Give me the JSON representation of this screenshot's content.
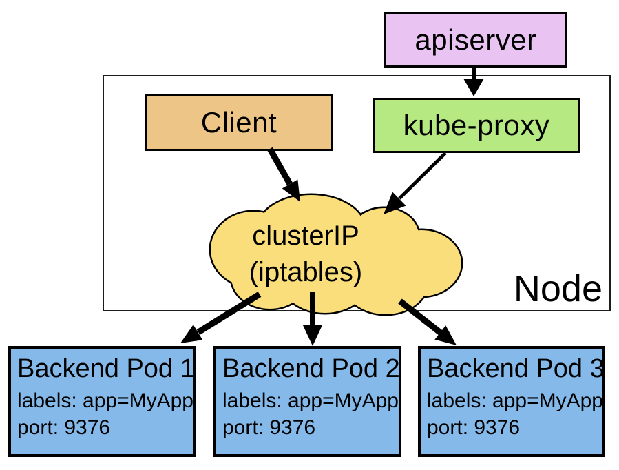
{
  "diagram": {
    "apiserver": {
      "label": "apiserver"
    },
    "client": {
      "label": "Client"
    },
    "kube_proxy": {
      "label": "kube-proxy"
    },
    "cluster_ip": {
      "line1": "clusterIP",
      "line2": "(iptables)"
    },
    "node": {
      "label": "Node"
    },
    "pods": [
      {
        "title": "Backend Pod 1",
        "labels": "labels: app=MyApp",
        "port": "port: 9376"
      },
      {
        "title": "Backend Pod 2",
        "labels": "labels: app=MyApp",
        "port": "port: 9376"
      },
      {
        "title": "Backend Pod 3",
        "labels": "labels: app=MyApp",
        "port": "port: 9376"
      }
    ],
    "edges": [
      {
        "from": "apiserver",
        "to": "kube-proxy"
      },
      {
        "from": "Client",
        "to": "clusterIP (iptables)"
      },
      {
        "from": "kube-proxy",
        "to": "clusterIP (iptables)"
      },
      {
        "from": "clusterIP (iptables)",
        "to": "Backend Pod 1"
      },
      {
        "from": "clusterIP (iptables)",
        "to": "Backend Pod 2"
      },
      {
        "from": "clusterIP (iptables)",
        "to": "Backend Pod 3"
      }
    ],
    "colors": {
      "apiserver_fill": "#e9c3f1",
      "client_fill": "#edc687",
      "kube_proxy_fill": "#b6e982",
      "cluster_ip_fill": "#fade7b",
      "pod_fill": "#84b9e9",
      "stroke": "#000000"
    }
  }
}
